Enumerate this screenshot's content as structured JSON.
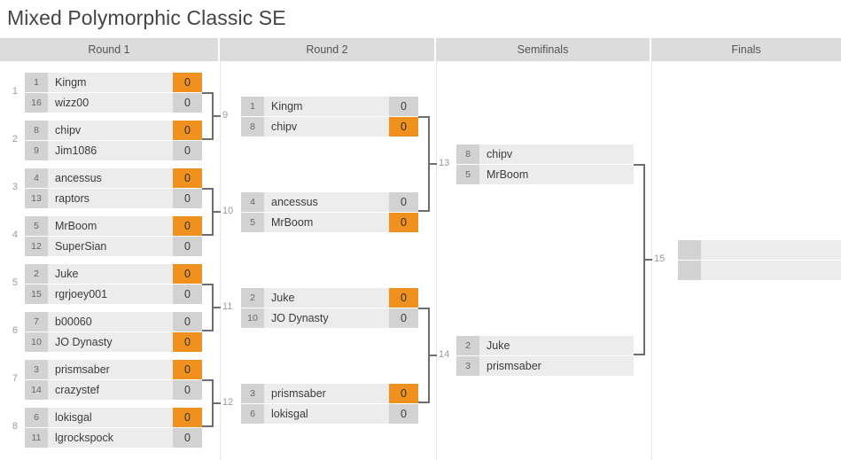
{
  "page": {
    "title": "Mixed Polymorphic Classic SE"
  },
  "colors": {
    "winner_highlight": "#f0901e",
    "seed_box": "#d2d2d2",
    "name_box": "#ececec",
    "header_bar": "#dcdcdc",
    "connector": "#6e6e6e"
  },
  "rounds": [
    {
      "label": "Round 1"
    },
    {
      "label": "Round 2"
    },
    {
      "label": "Semifinals"
    },
    {
      "label": "Finals"
    }
  ],
  "matches": {
    "m1": {
      "number": "1",
      "p1": {
        "seed": "1",
        "name": "Kingm",
        "score": "0",
        "winner": true
      },
      "p2": {
        "seed": "16",
        "name": "wizz00",
        "score": "0",
        "winner": false
      }
    },
    "m2": {
      "number": "2",
      "p1": {
        "seed": "8",
        "name": "chipv",
        "score": "0",
        "winner": true
      },
      "p2": {
        "seed": "9",
        "name": "Jim1086",
        "score": "0",
        "winner": false
      }
    },
    "m3": {
      "number": "3",
      "p1": {
        "seed": "4",
        "name": "ancessus",
        "score": "0",
        "winner": true
      },
      "p2": {
        "seed": "13",
        "name": "raptors",
        "score": "0",
        "winner": false
      }
    },
    "m4": {
      "number": "4",
      "p1": {
        "seed": "5",
        "name": "MrBoom",
        "score": "0",
        "winner": true
      },
      "p2": {
        "seed": "12",
        "name": "SuperSian",
        "score": "0",
        "winner": false
      }
    },
    "m5": {
      "number": "5",
      "p1": {
        "seed": "2",
        "name": "Juke",
        "score": "0",
        "winner": true
      },
      "p2": {
        "seed": "15",
        "name": "rgrjoey001",
        "score": "0",
        "winner": false
      }
    },
    "m6": {
      "number": "6",
      "p1": {
        "seed": "7",
        "name": "b00060",
        "score": "0",
        "winner": false
      },
      "p2": {
        "seed": "10",
        "name": "JO Dynasty",
        "score": "0",
        "winner": true
      }
    },
    "m7": {
      "number": "7",
      "p1": {
        "seed": "3",
        "name": "prismsaber",
        "score": "0",
        "winner": true
      },
      "p2": {
        "seed": "14",
        "name": "crazystef",
        "score": "0",
        "winner": false
      }
    },
    "m8": {
      "number": "8",
      "p1": {
        "seed": "6",
        "name": "lokisgal",
        "score": "0",
        "winner": true
      },
      "p2": {
        "seed": "11",
        "name": "lgrockspock",
        "score": "0",
        "winner": false
      }
    },
    "m9": {
      "number": "9",
      "p1": {
        "seed": "1",
        "name": "Kingm",
        "score": "0",
        "winner": false
      },
      "p2": {
        "seed": "8",
        "name": "chipv",
        "score": "0",
        "winner": true
      }
    },
    "m10": {
      "number": "10",
      "p1": {
        "seed": "4",
        "name": "ancessus",
        "score": "0",
        "winner": false
      },
      "p2": {
        "seed": "5",
        "name": "MrBoom",
        "score": "0",
        "winner": true
      }
    },
    "m11": {
      "number": "11",
      "p1": {
        "seed": "2",
        "name": "Juke",
        "score": "0",
        "winner": true
      },
      "p2": {
        "seed": "10",
        "name": "JO Dynasty",
        "score": "0",
        "winner": false
      }
    },
    "m12": {
      "number": "12",
      "p1": {
        "seed": "3",
        "name": "prismsaber",
        "score": "0",
        "winner": true
      },
      "p2": {
        "seed": "6",
        "name": "lokisgal",
        "score": "0",
        "winner": false
      }
    },
    "m13": {
      "number": "13",
      "p1": {
        "seed": "8",
        "name": "chipv"
      },
      "p2": {
        "seed": "5",
        "name": "MrBoom"
      }
    },
    "m14": {
      "number": "14",
      "p1": {
        "seed": "2",
        "name": "Juke"
      },
      "p2": {
        "seed": "3",
        "name": "prismsaber"
      }
    },
    "m15": {
      "number": "15",
      "p1": {
        "seed": "",
        "name": ""
      },
      "p2": {
        "seed": "",
        "name": ""
      }
    }
  }
}
